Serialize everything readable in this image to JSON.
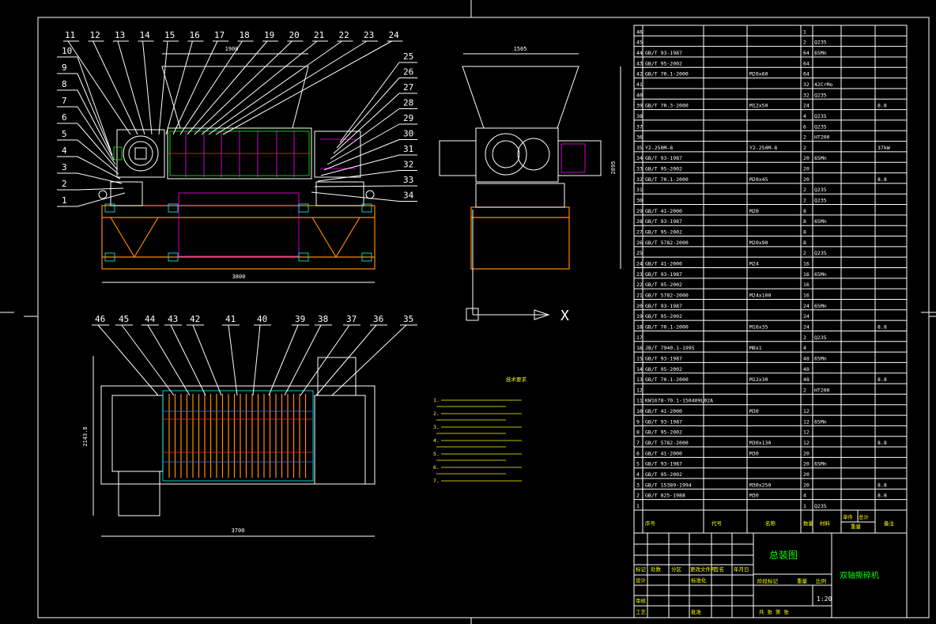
{
  "drawing": {
    "top_callouts": [
      "11",
      "12",
      "13",
      "14",
      "15",
      "16",
      "17",
      "18",
      "19",
      "20",
      "21",
      "22",
      "23",
      "24"
    ],
    "left_callouts": [
      "10",
      "9",
      "8",
      "7",
      "6",
      "5",
      "4",
      "3",
      "2",
      "1"
    ],
    "right_callouts": [
      "25",
      "26",
      "27",
      "28",
      "29",
      "30",
      "31",
      "32",
      "33",
      "34"
    ],
    "plan_callouts": [
      "46",
      "45",
      "44",
      "43",
      "42",
      "41",
      "40",
      "39",
      "38",
      "37",
      "36",
      "35"
    ],
    "dims": {
      "front_top": "1900",
      "front_bottom": "3800",
      "side_top": "1505",
      "side_height": "2895",
      "plan_width": "3700",
      "plan_height": "2143.8"
    },
    "notes_title": "技术要求",
    "notes": [
      "1.",
      "2.",
      "3.",
      "4.",
      "5.",
      "6.",
      "7."
    ]
  },
  "bom": {
    "rows": [
      [
        "46",
        "",
        "",
        "1",
        ""
      ],
      [
        "45",
        "",
        "",
        "2",
        "Q235"
      ],
      [
        "44",
        "GB/T 93-1987",
        "",
        "64",
        "65Mn"
      ],
      [
        "43",
        "GB/T 95-2002",
        "",
        "64",
        ""
      ],
      [
        "42",
        "GB/T 70.1-2000",
        "",
        "64",
        ""
      ],
      [
        "41",
        "",
        "",
        "32",
        "42CrMo"
      ],
      [
        "40",
        "",
        "",
        "32",
        "Q235"
      ],
      [
        "39",
        "GB/T 70.3-2000",
        "",
        "24",
        "",
        "8.8"
      ],
      [
        "38",
        "",
        "",
        "4",
        "Q235"
      ],
      [
        "37",
        "",
        "",
        "6",
        "Q235"
      ],
      [
        "36",
        "",
        "",
        "2",
        "HT200"
      ],
      [
        "35",
        "Y2-250M-8",
        "",
        "2",
        "",
        "37kW"
      ],
      [
        "34",
        "GB/T 93-1987",
        "",
        "20",
        "65Mn"
      ],
      [
        "33",
        "GB/T 95-2002",
        "",
        "20",
        ""
      ],
      [
        "32",
        "GB/T 70.1-2000",
        "",
        "20",
        "",
        "8.8"
      ],
      [
        "31",
        "",
        "",
        "2",
        "Q235"
      ],
      [
        "30",
        "",
        "",
        "2",
        "Q235"
      ],
      [
        "29",
        "GB/T 41-2000",
        "",
        "8",
        ""
      ],
      [
        "28",
        "GB/T 93-1987",
        "",
        "8",
        "65Mn"
      ],
      [
        "27",
        "GB/T 95-2002",
        "",
        "8",
        ""
      ],
      [
        "26",
        "GB/T 5782-2000",
        "",
        "8",
        ""
      ],
      [
        "25",
        "",
        "",
        "2",
        "Q235"
      ],
      [
        "24",
        "GB/T 41-2000",
        "",
        "16",
        ""
      ],
      [
        "23",
        "GB/T 93-1987",
        "",
        "16",
        "65Mn"
      ],
      [
        "22",
        "GB/T 95-2002",
        "",
        "16",
        ""
      ],
      [
        "21",
        "GB/T 5782-2000",
        "",
        "16",
        ""
      ],
      [
        "20",
        "GB/T 93-1987",
        "",
        "24",
        "65Mn"
      ],
      [
        "19",
        "GB/T 95-2002",
        "",
        "24",
        ""
      ],
      [
        "18",
        "GB/T 70.1-2000",
        "",
        "24",
        "",
        "8.8"
      ],
      [
        "17",
        "",
        "",
        "2",
        "Q235"
      ],
      [
        "16",
        "JB/T 7940.1-1995",
        "",
        "4",
        ""
      ],
      [
        "15",
        "GB/T 93-1987",
        "",
        "48",
        "65Mn"
      ],
      [
        "14",
        "GB/T 95-2002",
        "",
        "48",
        ""
      ],
      [
        "13",
        "GB/T 70.1-2000",
        "",
        "48",
        "",
        "8.8"
      ],
      [
        "12",
        "",
        "",
        "2",
        "HT200"
      ],
      [
        "11",
        "KW1678-70.1-150409L02A",
        "",
        "",
        ""
      ],
      [
        "10",
        "GB/T 41-2000",
        "",
        "12",
        ""
      ],
      [
        "9",
        "GB/T 93-1987",
        "",
        "12",
        "65Mn"
      ],
      [
        "8",
        "GB/T 95-2002",
        "",
        "12",
        ""
      ],
      [
        "7",
        "GB/T 5782-2000",
        "",
        "12",
        "",
        "8.8"
      ],
      [
        "6",
        "GB/T 41-2000",
        "",
        "20",
        ""
      ],
      [
        "5",
        "GB/T 93-1987",
        "",
        "20",
        "65Mn"
      ],
      [
        "4",
        "GB/T 95-2002",
        "",
        "20",
        ""
      ],
      [
        "3",
        "GB/T 15389-1994",
        "",
        "20",
        "",
        "8.8"
      ],
      [
        "2",
        "GB/T 825-1988",
        "",
        "4",
        "",
        "8.8"
      ],
      [
        "1",
        "",
        "",
        "1",
        "Q235"
      ]
    ],
    "mid_col_text": {
      "42": "M20x60",
      "39": "M12x50",
      "35": "Y2-250M-8",
      "32": "M20x45",
      "29": "M20",
      "26": "M20x90",
      "24": "M24",
      "21": "M24x100",
      "18": "M16x35",
      "16": "M8x1",
      "13": "M12x30",
      "10": "M30",
      "7": "M30x130",
      "6": "M30",
      "3": "M30x250",
      "2": "M30"
    },
    "header": {
      "no": "序号",
      "code": "代号",
      "name": "名称",
      "qty": "数量",
      "material": "材料",
      "single": "单件",
      "total": "总计",
      "weight": "重量",
      "remark": "备注"
    }
  },
  "title_block": {
    "drawing_name": "总装图",
    "machine": "双轴撕碎机",
    "scale": "1:20",
    "labels": {
      "mark": "标记",
      "count": "处数",
      "zone": "分区",
      "doc": "更改文件号",
      "sign": "签名",
      "date": "年月日",
      "design": "设计",
      "std": "标准化",
      "review": "审核",
      "process": "工艺",
      "approve": "批准",
      "stage": "阶段标记",
      "weight": "重量",
      "ratio": "比例",
      "sheets": "共 张 第 张"
    }
  }
}
